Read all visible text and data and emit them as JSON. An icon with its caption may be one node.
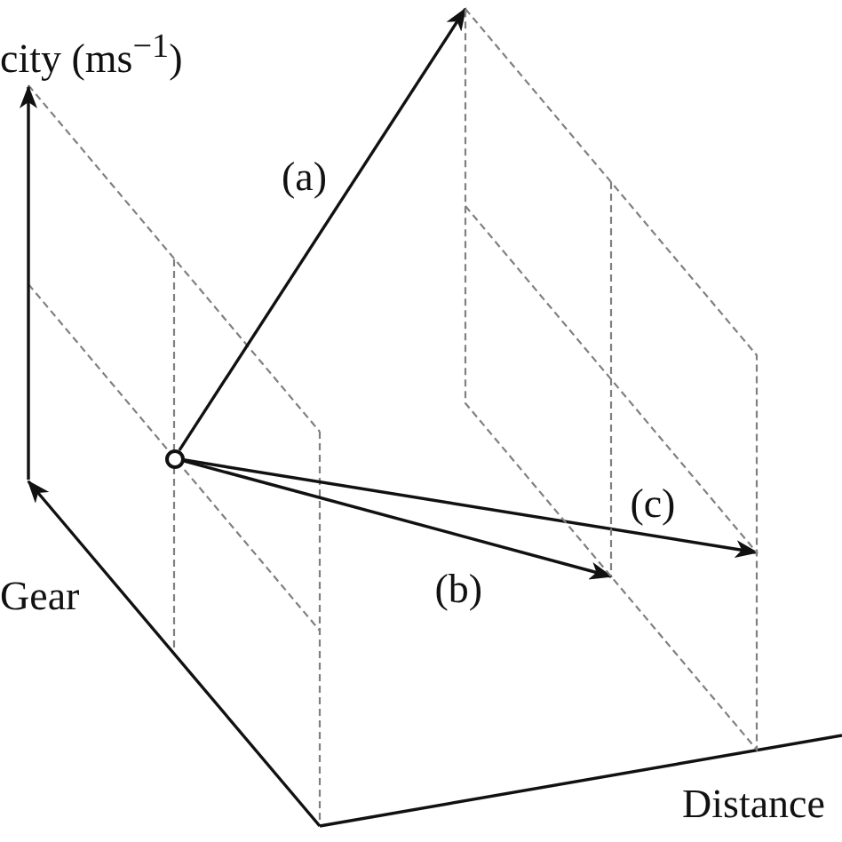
{
  "diagram": {
    "nodes": [
      {
        "text": [],
        "shape": "circle"
      },
      {
        "text": [],
        "shape": "parallelogram"
      }
    ],
    "edges": [
      {
        "from": 0,
        "to": 1,
        "arrow": "to",
        "label": "(a)"
      },
      {
        "from": 0,
        "to": 1,
        "arrow": "to",
        "label": "(b)"
      },
      {
        "from": 0,
        "to": 1,
        "arrow": "to",
        "label": "(c)"
      }
    ],
    "labels": [
      "city (ms$^{−1}$)",
      "Gear",
      "Distance"
    ]
  }
}
